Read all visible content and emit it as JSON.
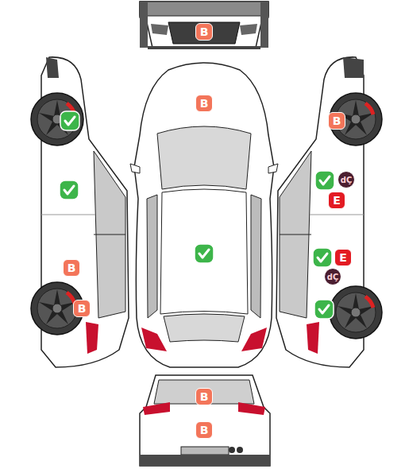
{
  "diagram": {
    "nodes": [
      {
        "text": [
          "B"
        ]
      },
      {
        "text": [
          "B"
        ]
      },
      {
        "text": [
          "B"
        ]
      },
      {
        "text": [
          "dÇ"
        ]
      },
      {
        "text": [
          "E"
        ]
      },
      {
        "text": [
          "E"
        ]
      },
      {
        "text": [
          "B"
        ]
      },
      {
        "text": [
          "dÇ"
        ]
      },
      {
        "text": [
          "B"
        ]
      },
      {
        "text": [
          "B"
        ]
      },
      {
        "text": [
          "B"
        ]
      }
    ]
  }
}
